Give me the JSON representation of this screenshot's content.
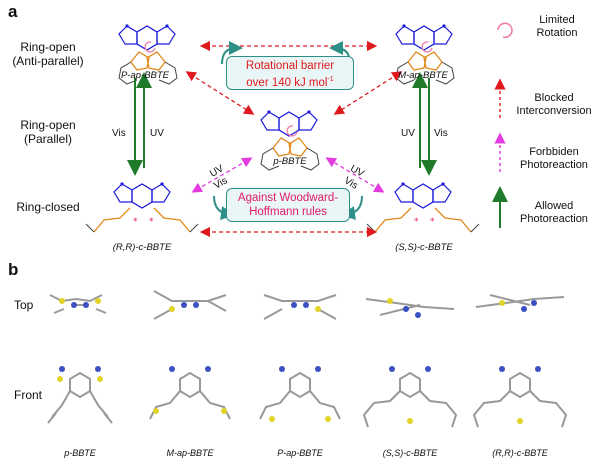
{
  "panel_a": {
    "letter": "a",
    "row_labels": {
      "ring_open_anti": "Ring-open\n(Anti-parallel)",
      "ring_open_parallel": "Ring-open\n(Parallel)",
      "ring_closed": "Ring-closed"
    },
    "molecules": {
      "p_ap": "P-ap-BBTE",
      "m_ap": "M-ap-BBTE",
      "p": "p-BBTE",
      "rr_c": "(R,R)-c-BBTE",
      "ss_c": "(S,S)-c-BBTE"
    },
    "callouts": {
      "rotational_barrier_line1": "Rotational barrier",
      "rotational_barrier_line2": "over 140 kJ mol",
      "rotational_barrier_sup": "-1",
      "woodward_line1": "Against Woodward-",
      "woodward_line2": "Hoffmann rules"
    },
    "arrow_labels": {
      "left_vis": "Vis",
      "left_uv": "UV",
      "right_uv": "UV",
      "right_vis": "Vis",
      "diag_left_uv": "UV",
      "diag_left_vis": "Vis",
      "diag_right_uv": "UV",
      "diag_right_vis": "Vis"
    },
    "legend": [
      {
        "icon": "rotation-arrow-icon",
        "label": "Limited\nRotation",
        "color": "#f07fa8"
      },
      {
        "icon": "dashed-red-arrow-icon",
        "label": "Blocked\nInterconversion",
        "color": "#e0191f"
      },
      {
        "icon": "dashed-magenta-arrow-icon",
        "label": "Forbbiden\nPhotoreaction",
        "color": "#e33be0"
      },
      {
        "icon": "green-arrow-icon",
        "label": "Allowed\nPhotoreaction",
        "color": "#1f7a2a"
      }
    ]
  },
  "panel_b": {
    "letter": "b",
    "row_labels": {
      "top": "Top",
      "front": "Front"
    },
    "columns": [
      "p-BBTE",
      "M-ap-BBTE",
      "P-ap-BBTE",
      "(S,S)-c-BBTE",
      "(R,R)-c-BBTE"
    ]
  },
  "colors": {
    "core": "#1a1adb",
    "thiophene": "#e08a1a",
    "red_arrow": "#e0191f",
    "magenta_arrow": "#e33be0",
    "green_arrow": "#1f7a2a",
    "teal_border": "#2e8f86"
  }
}
